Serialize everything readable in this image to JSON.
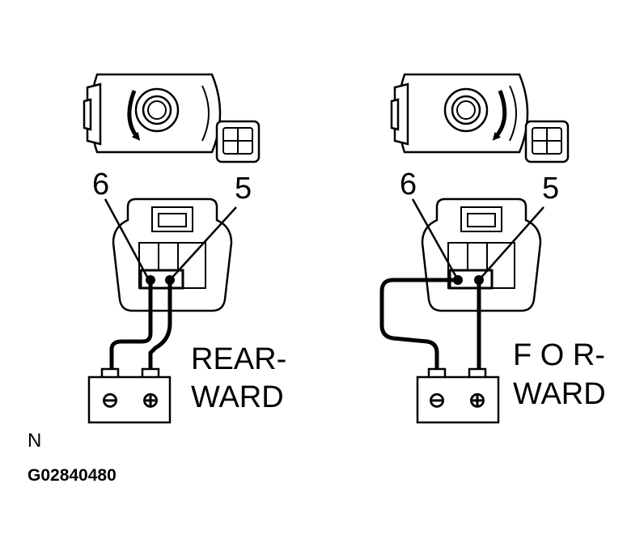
{
  "left": {
    "pin_6": "6",
    "pin_5": "5",
    "direction_line1": "REAR-",
    "direction_line2": "WARD"
  },
  "right": {
    "pin_6": "6",
    "pin_5": "5",
    "direction_line1": "F O R-",
    "direction_line2": "WARD"
  },
  "battery": {
    "negative": "⊖",
    "positive": "⊕"
  },
  "corner_label": "N",
  "figure_code": "G02840480"
}
